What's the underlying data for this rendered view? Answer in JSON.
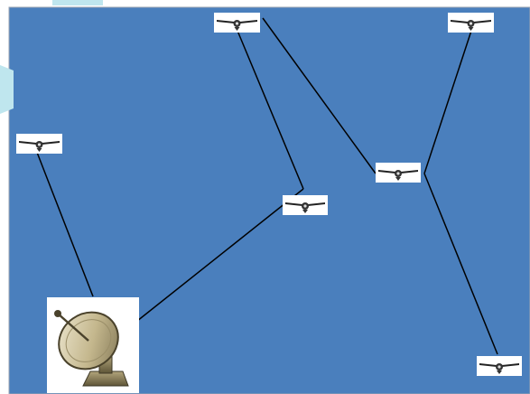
{
  "colors": {
    "background": "#4a7fbd",
    "frame_border": "#9ea7b3",
    "link": "#000000",
    "node_bg": "#ffffff",
    "deco_shape": "#bfe6ee",
    "deco_tab": "#bfe6ee"
  },
  "nodes": [
    {
      "id": "sat-top-center",
      "icon": "uav-icon"
    },
    {
      "id": "sat-top-right",
      "icon": "uav-icon"
    },
    {
      "id": "sat-left",
      "icon": "uav-icon"
    },
    {
      "id": "sat-center",
      "icon": "uav-icon"
    },
    {
      "id": "sat-right-middle",
      "icon": "uav-icon"
    },
    {
      "id": "sat-bottom-right",
      "icon": "uav-icon"
    },
    {
      "id": "ground-station",
      "icon": "satellite-dish-icon"
    }
  ],
  "links": [
    {
      "from": "sat-left",
      "to": "ground-station"
    },
    {
      "from": "ground-station",
      "to": "sat-center"
    },
    {
      "from": "sat-center",
      "to": "sat-top-center"
    },
    {
      "from": "sat-top-center",
      "to": "sat-right-middle"
    },
    {
      "from": "sat-right-middle",
      "to": "sat-top-right"
    },
    {
      "from": "sat-right-middle",
      "to": "sat-bottom-right"
    }
  ]
}
